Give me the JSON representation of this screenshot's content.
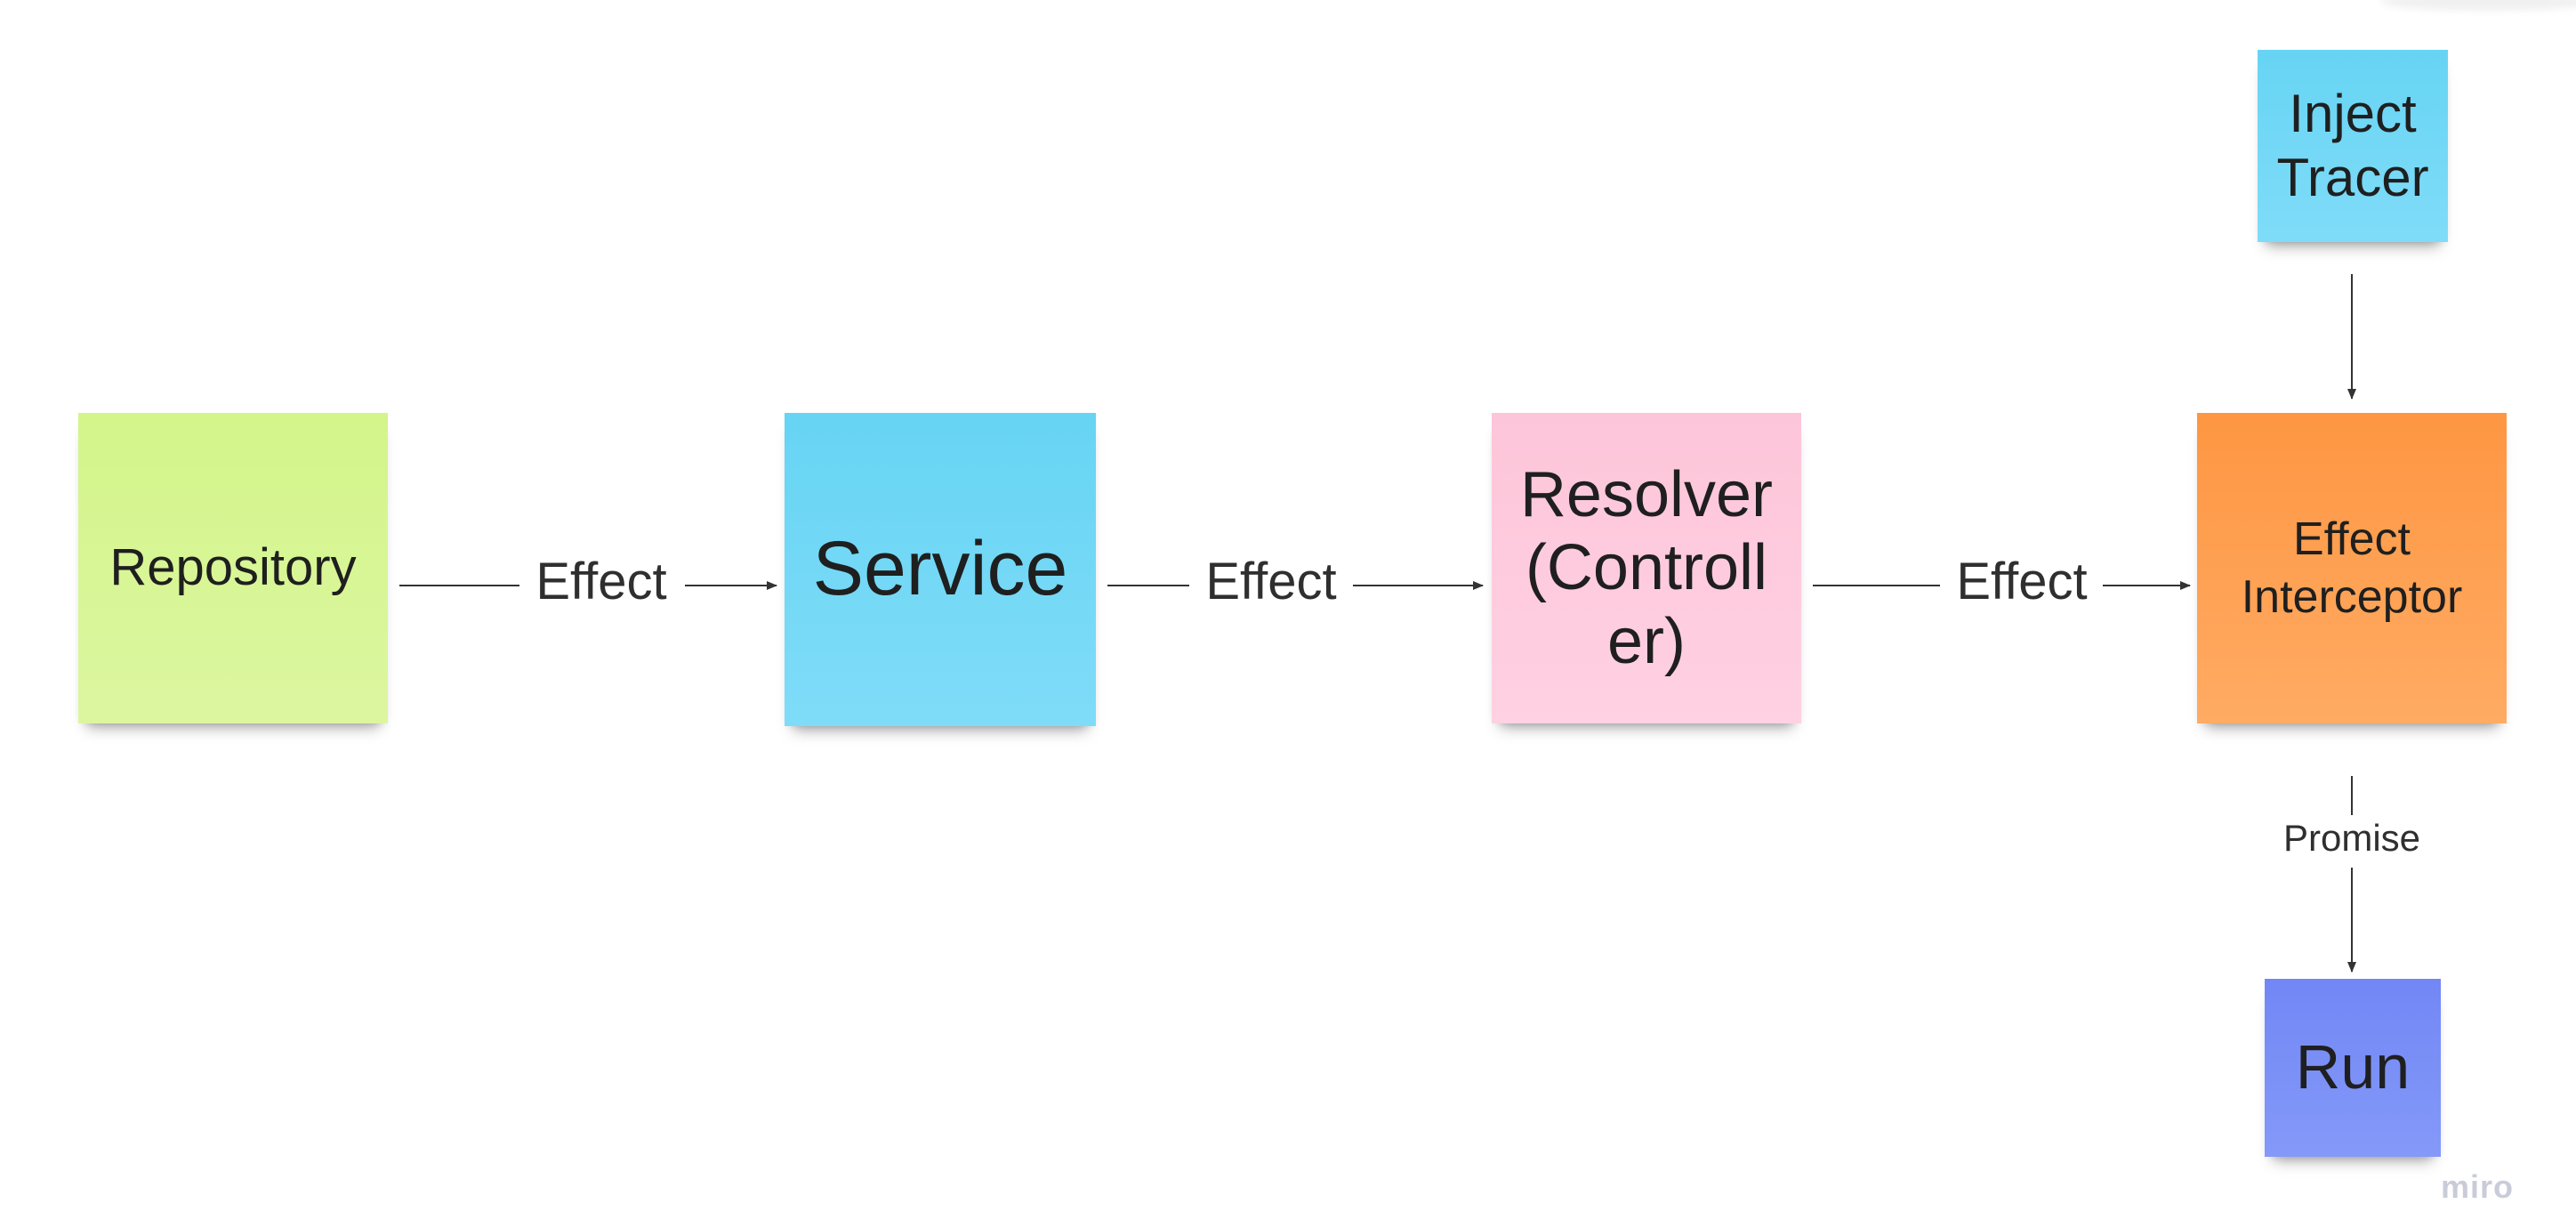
{
  "board": {
    "background": "#ffffff"
  },
  "stickies": {
    "repository": {
      "label": "Repository",
      "color_top": "#d3f58a",
      "color_bottom": "#dcf6a0"
    },
    "service": {
      "label": "Service",
      "color_top": "#67d4f4",
      "color_bottom": "#7fdcf8"
    },
    "resolver": {
      "label": "Resolver (Controller)",
      "color_top": "#fdc5d9",
      "color_bottom": "#ffd1e2"
    },
    "interceptor": {
      "label": "Effect Interceptor",
      "color_top": "#fe9642",
      "color_bottom": "#ffab63"
    },
    "inject_tracer": {
      "label": "Inject Tracer",
      "color_top": "#67d4f4",
      "color_bottom": "#7fdcf8"
    },
    "run": {
      "label": "Run",
      "color_top": "#7287f5",
      "color_bottom": "#8499f8"
    }
  },
  "edges": {
    "repo_to_service": {
      "label": "Effect"
    },
    "service_to_resolver": {
      "label": "Effect"
    },
    "resolver_to_interceptor": {
      "label": "Effect"
    },
    "interceptor_to_run": {
      "label": "Promise"
    }
  },
  "branding": {
    "logo_text": "miro"
  },
  "colors": {
    "line": "#333333",
    "label_text": "#2f2f2f"
  }
}
